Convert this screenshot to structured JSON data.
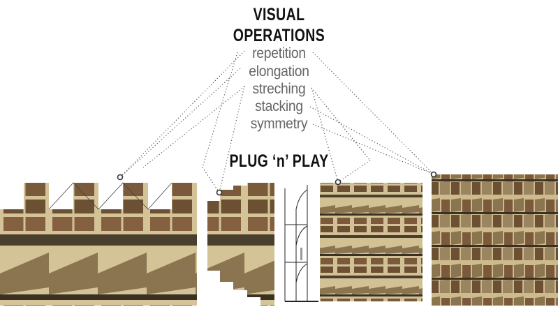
{
  "title_line1": "VISUAL",
  "title_line2": "OPERATIONS",
  "operations": [
    "repetition",
    "elongation",
    "streching",
    "stacking",
    "symmetry"
  ],
  "subtitle": "PLUG ‘n’ PLAY",
  "colors": {
    "facade": "#cbb98a",
    "shadow": "#4a3f2c",
    "books": "#7a5a3a",
    "dots": "#555555"
  }
}
